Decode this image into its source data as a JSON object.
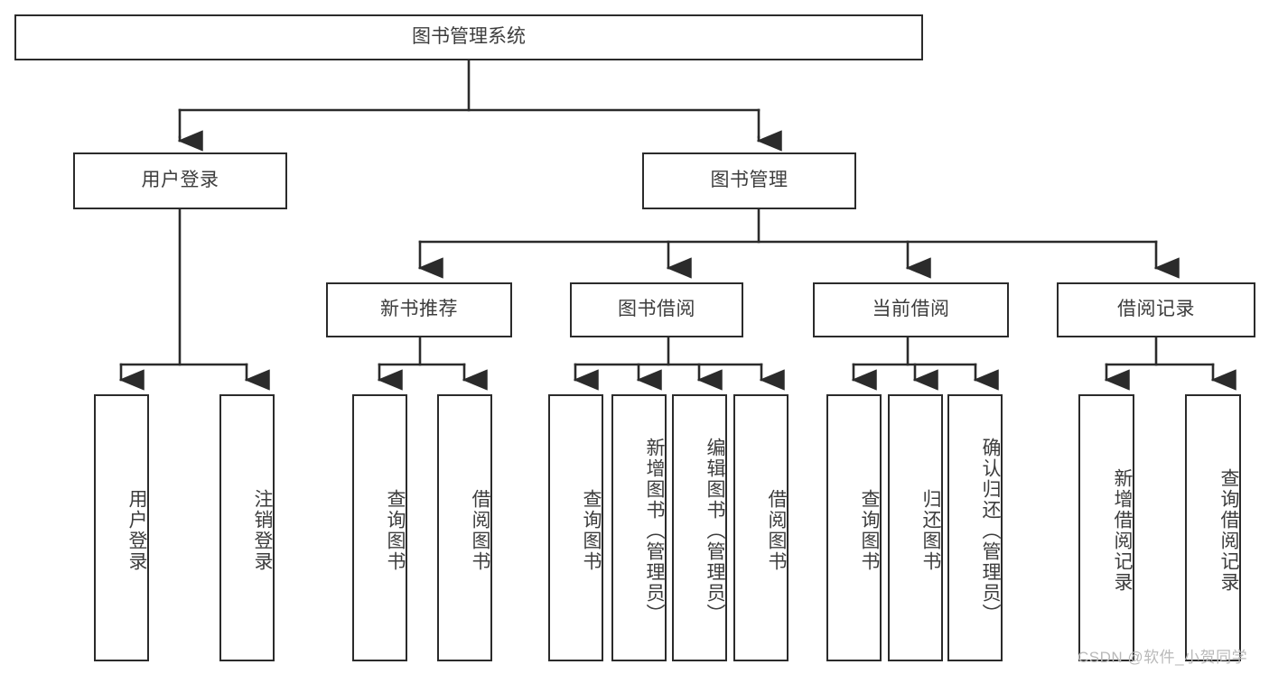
{
  "diagram": {
    "title": "图书管理系统",
    "watermark": "CSDN @软件_小贺同学",
    "colors": {
      "stroke": "#2b2b2b",
      "text": "#3d3d3d",
      "background": "#ffffff",
      "watermark": "#b9b9b9"
    },
    "nodes": {
      "root": {
        "label": "图书管理系统"
      },
      "level2": [
        {
          "label": "用户登录"
        },
        {
          "label": "图书管理"
        }
      ],
      "level3": [
        {
          "label": "新书推荐"
        },
        {
          "label": "图书借阅"
        },
        {
          "label": "当前借阅"
        },
        {
          "label": "借阅记录"
        }
      ],
      "leaves": {
        "user_login": [
          {
            "label": "用户登录"
          },
          {
            "label": "注销登录"
          }
        ],
        "new_book": [
          {
            "label": "查询图书"
          },
          {
            "label": "借阅图书"
          }
        ],
        "book_borrow": [
          {
            "label": "查询图书"
          },
          {
            "label": "新增图书（管理员）"
          },
          {
            "label": "编辑图书（管理员）"
          },
          {
            "label": "借阅图书"
          }
        ],
        "current_borrow": [
          {
            "label": "查询图书"
          },
          {
            "label": "归还图书"
          },
          {
            "label": "确认归还（管理员）"
          }
        ],
        "borrow_record": [
          {
            "label": "新增借阅记录"
          },
          {
            "label": "查询借阅记录"
          }
        ]
      }
    }
  }
}
